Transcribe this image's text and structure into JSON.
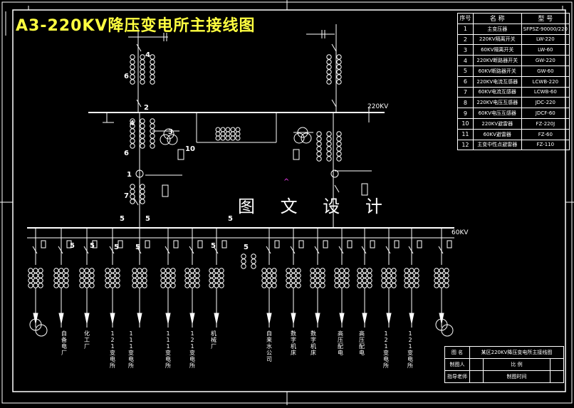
{
  "title": "A3-220KV降压变电所主接线图",
  "watermark": "图 文 设 计",
  "bus_labels": {
    "hv": "220KV",
    "lv": "60KV"
  },
  "equipment_table": {
    "headers": [
      "序号",
      "名 称",
      "型 号"
    ],
    "rows": [
      [
        "1",
        "主变压器",
        "SFPSZ-90000/220"
      ],
      [
        "2",
        "220KV隔离开关",
        "LW-220"
      ],
      [
        "3",
        "60KV隔离开关",
        "LW-60"
      ],
      [
        "4",
        "220KV断路器开关",
        "GW-220"
      ],
      [
        "5",
        "60KV断路器开关",
        "GW-60"
      ],
      [
        "6",
        "220KV电流互感器",
        "LCWB-220"
      ],
      [
        "7",
        "60KV电流互感器",
        "LCWB-60"
      ],
      [
        "8",
        "220KV电压互感器",
        "JDC-220"
      ],
      [
        "9",
        "60KV电压互感器",
        "JDCF-60"
      ],
      [
        "10",
        "220KV避雷器",
        "FZ-220J"
      ],
      [
        "11",
        "60KV避雷器",
        "FZ-60"
      ],
      [
        "12",
        "主变中性点避雷器",
        "FZ-110"
      ]
    ]
  },
  "title_block": {
    "name_label": "图 名",
    "name_value": "某区220KV降压变电所主接线图",
    "drawn_label": "制图人",
    "drawn_value": "",
    "scale_label": "比 例",
    "scale_value": "",
    "checked_label": "指导老师",
    "date_label": "制图时间"
  },
  "feeders": [
    "自备电厂",
    "化工厂",
    "121变电所",
    "111变电所",
    "111变电所",
    "121变电所",
    "机械厂",
    "自来水公司",
    "数字机床",
    "数字机床",
    "高压配电",
    "高压配电",
    "121变电所",
    "121变电所"
  ],
  "numbers": [
    "4",
    "6",
    "2",
    "4",
    "3",
    "6",
    "10",
    "1",
    "7",
    "5",
    "5",
    "5",
    "5",
    "5",
    "5",
    "5",
    "5",
    "5"
  ]
}
